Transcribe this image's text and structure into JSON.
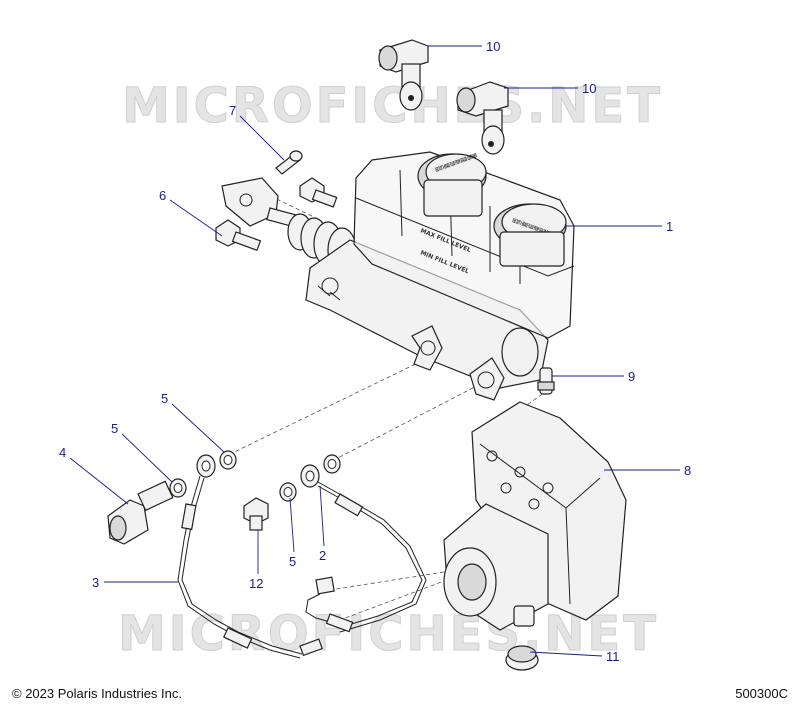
{
  "watermarks": [
    "MICROFICHES.NET",
    "MICROFICHES.NET"
  ],
  "cap_text": {
    "top_cap": "USE DOT 4 BRAKE FLUID FROM SEALED CONTAINER",
    "front_cap": "USE DOT 4 BRAKE FLUID FROM SEALED CONTAINER"
  },
  "reservoir_labels": [
    "MAX FILL LEVEL",
    "MIN FILL LEVEL"
  ],
  "callouts": [
    {
      "id": "c10a",
      "label": "10"
    },
    {
      "id": "c10b",
      "label": "10"
    },
    {
      "id": "c7",
      "label": "7"
    },
    {
      "id": "c6",
      "label": "6"
    },
    {
      "id": "c1",
      "label": "1"
    },
    {
      "id": "c9",
      "label": "9"
    },
    {
      "id": "c5a",
      "label": "5"
    },
    {
      "id": "c5b",
      "label": "5"
    },
    {
      "id": "c4",
      "label": "4"
    },
    {
      "id": "c8",
      "label": "8"
    },
    {
      "id": "c3",
      "label": "3"
    },
    {
      "id": "c12",
      "label": "12"
    },
    {
      "id": "c5c",
      "label": "5"
    },
    {
      "id": "c2",
      "label": "2"
    },
    {
      "id": "c11",
      "label": "11"
    }
  ],
  "footer": {
    "copyright": "© 2023 Polaris Industries Inc.",
    "figure_id": "500300C"
  },
  "colors": {
    "callout": "#1a1f8a",
    "line_art": "#222222",
    "watermark": "#e4e4e4"
  }
}
